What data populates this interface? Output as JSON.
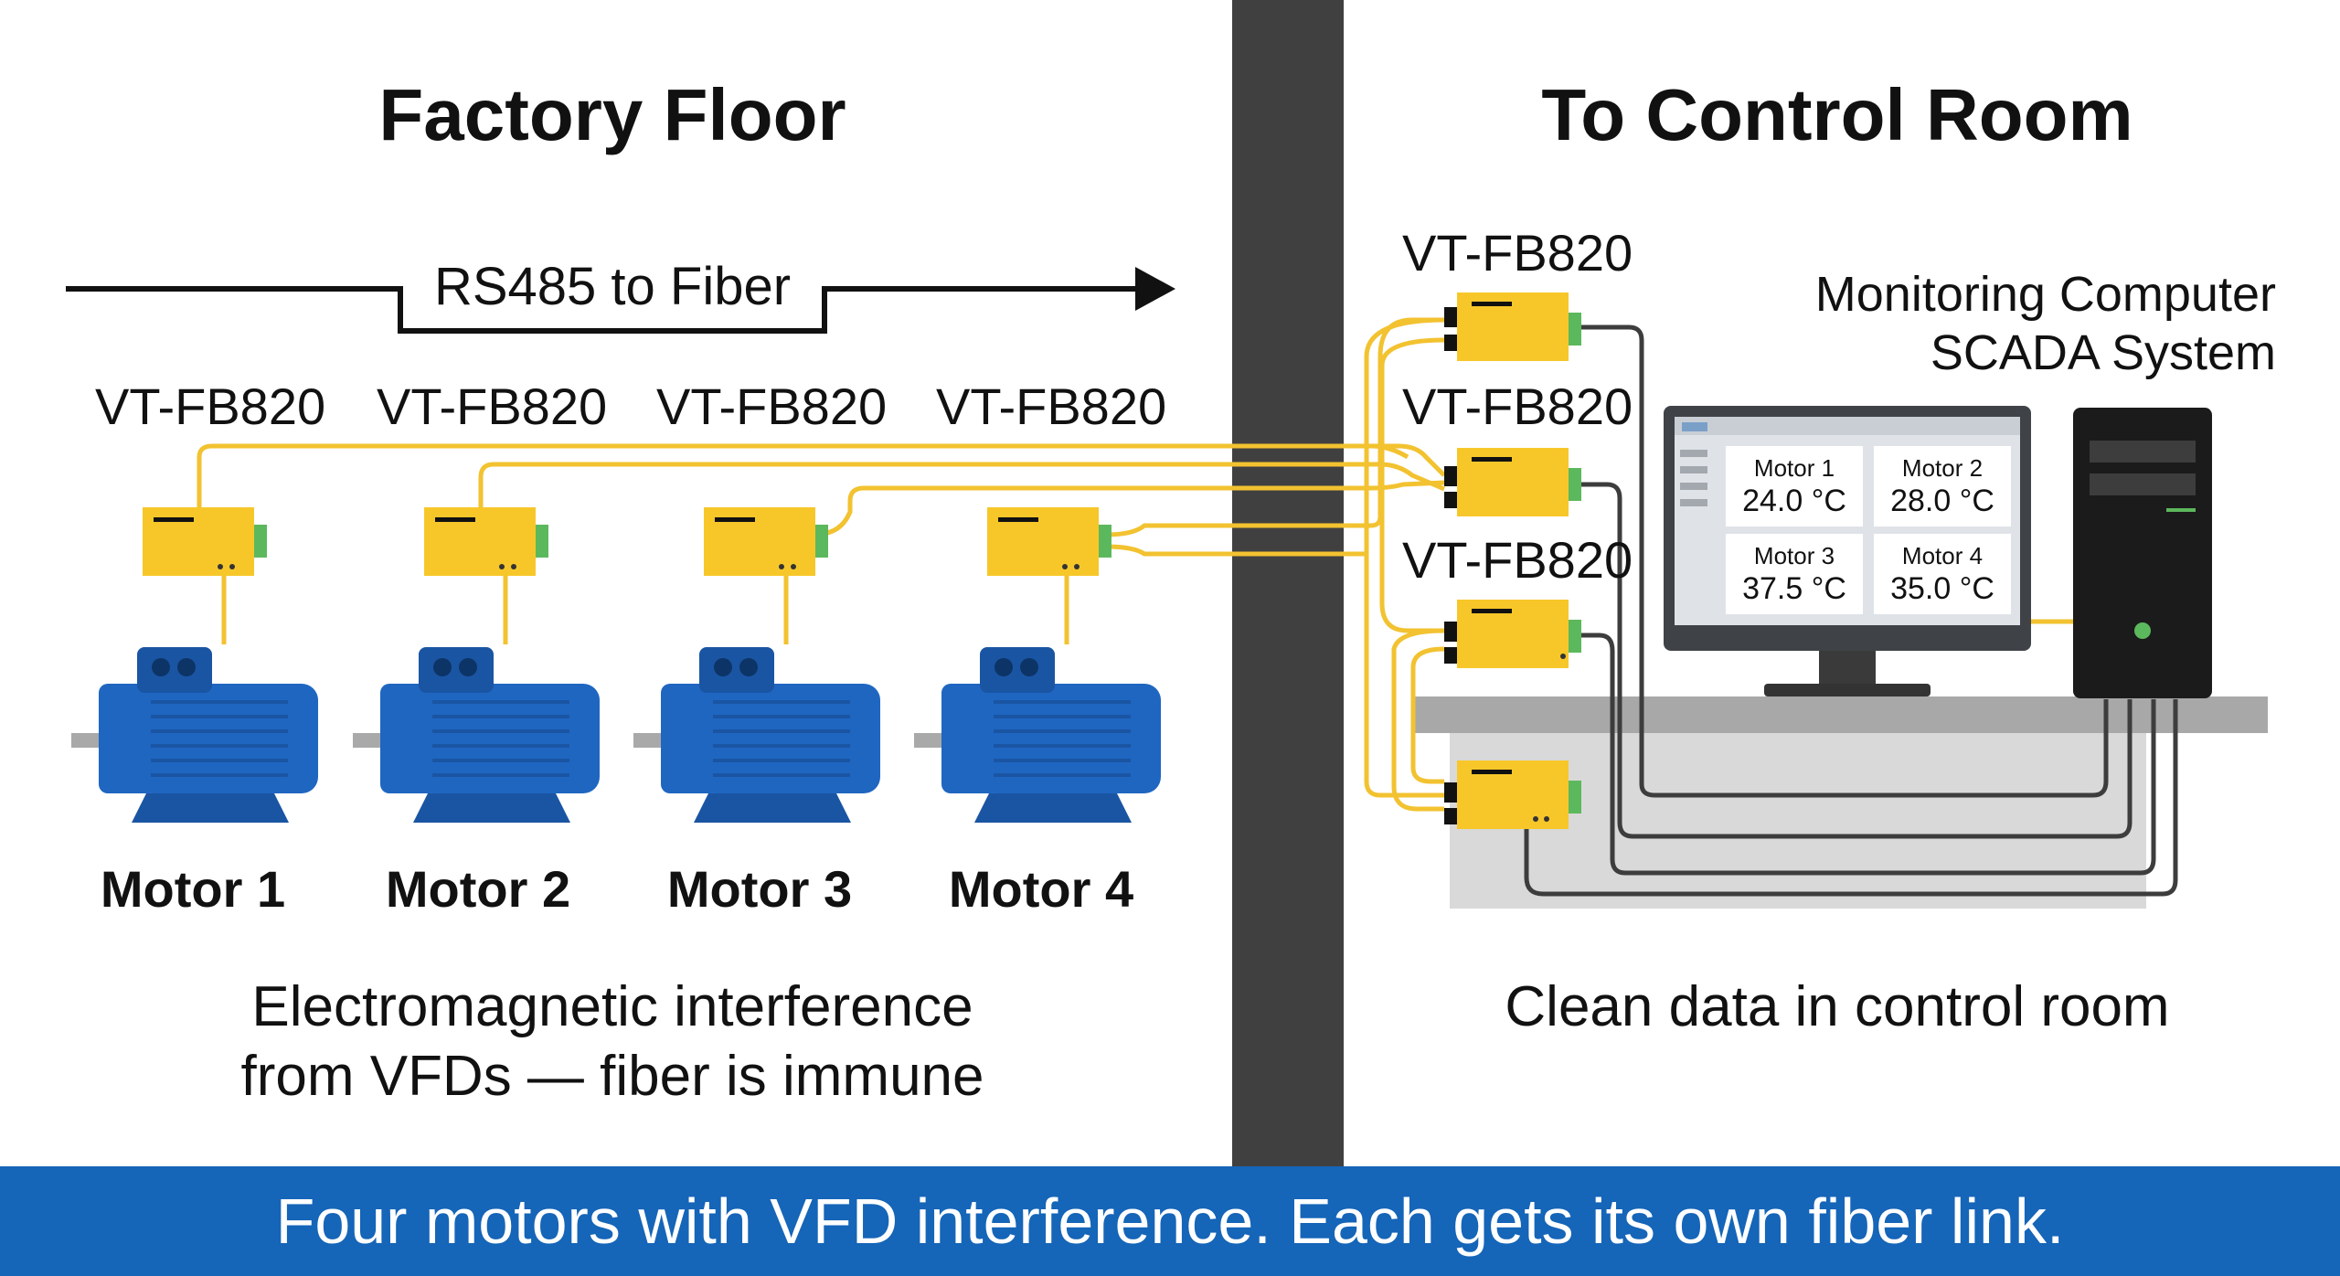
{
  "left_section": {
    "title": "Factory Floor",
    "arrow_label": "RS485 to Fiber",
    "device_labels": [
      "VT-FB820",
      "VT-FB820",
      "VT-FB820",
      "VT-FB820"
    ],
    "motor_labels": [
      "Motor 1",
      "Motor 2",
      "Motor 3",
      "Motor 4"
    ],
    "caption_line1": "Electromagnetic interference",
    "caption_line2": "from VFDs — fiber is immune"
  },
  "right_section": {
    "title": "To Control Room",
    "device_labels": [
      "VT-FB820",
      "VT-FB820",
      "VT-FB820"
    ],
    "computer_label_line1": "Monitoring Computer",
    "computer_label_line2": "SCADA System",
    "monitor_tiles": [
      {
        "name": "Motor 1",
        "temp": "24.0 °C"
      },
      {
        "name": "Motor 2",
        "temp": "28.0 °C"
      },
      {
        "name": "Motor 3",
        "temp": "37.5 °C"
      },
      {
        "name": "Motor 4",
        "temp": "35.0 °C"
      }
    ],
    "caption": "Clean data in control room"
  },
  "banner": {
    "text": "Four motors with VFD interference. Each gets its own fiber link."
  },
  "colors": {
    "device_yellow": "#f7c72a",
    "fiber_yellow": "#f2c230",
    "motor_blue": "#1f66c1",
    "wall_gray": "#404040",
    "banner_blue": "#1565b8",
    "cable_gray": "#3d3d3d"
  }
}
